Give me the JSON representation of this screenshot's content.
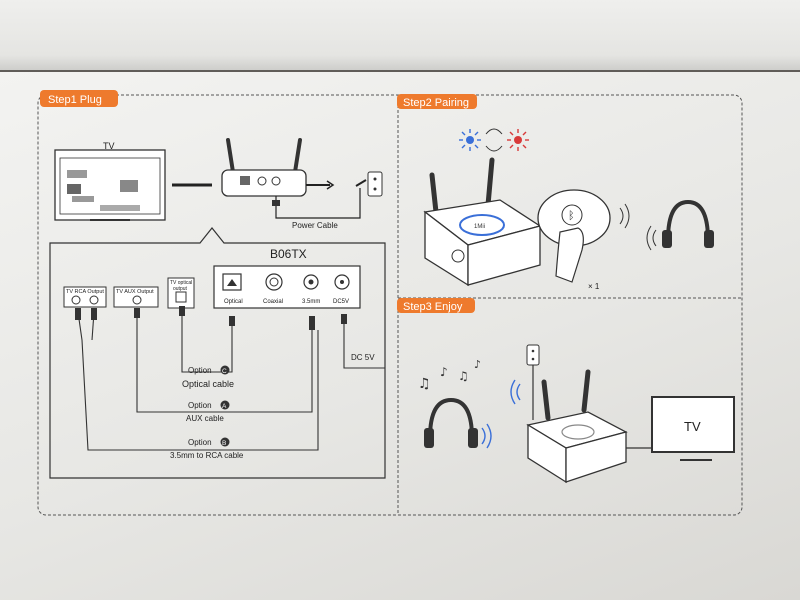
{
  "steps": {
    "step1": "Step1 Plug",
    "step2": "Step2 Pairing",
    "step3": "Step3 Enjoy"
  },
  "step1": {
    "tv_label": "TV",
    "power_cable": "Power Cable",
    "model": "B06TX",
    "rca_output": "TV RCA Output",
    "aux_output": "TV AUX Output",
    "optical_output_line1": "TV optical",
    "optical_output_line2": "output",
    "port_optical": "Optical",
    "port_coaxial": "Coaxial",
    "port_35": "3.5mm",
    "port_dc": "DC5V",
    "dc_label": "DC 5V",
    "option_c": "Option",
    "option_c_letter": "C",
    "optical_cable": "Optical cable",
    "option_a": "Option",
    "option_a_letter": "A",
    "aux_cable": "AUX  cable",
    "option_b": "Option",
    "option_b_letter": "B",
    "rca_cable": "3.5mm to RCA cable"
  },
  "step2": {
    "device_logo": "1Mii",
    "times": "× 1"
  },
  "step3": {
    "tv_label": "TV"
  },
  "colors": {
    "accent": "#ee7a2d",
    "line": "#333333",
    "led_blue": "#3a6fd8",
    "led_red": "#d83a3a"
  }
}
